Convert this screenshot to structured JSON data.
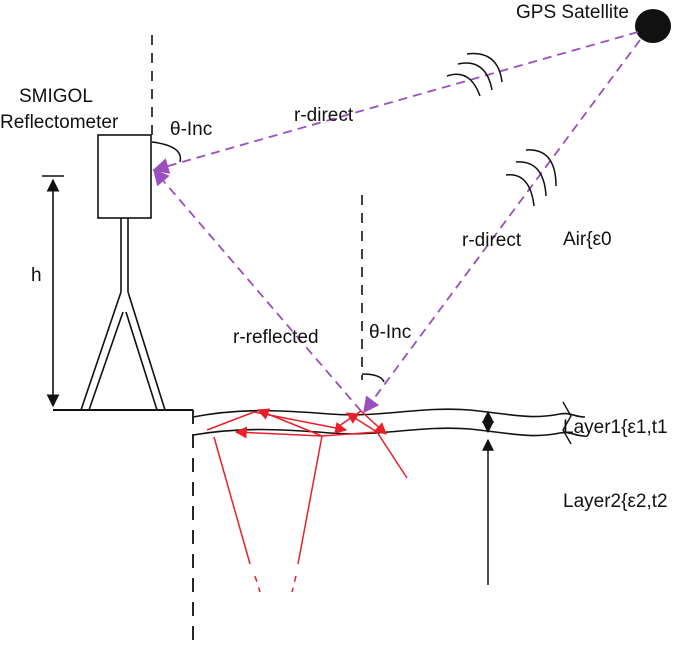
{
  "labels": {
    "satellite": "GPS Satellite",
    "instrument_line1": "SMIGOL",
    "instrument_line2": "Reflectometer",
    "theta_top": "θ-Inc",
    "r_direct_top": "r-direct",
    "r_direct_right": "r-direct",
    "air": "Air{ε0",
    "height": "h",
    "r_reflected": "r-reflected",
    "theta_bottom": "θ-Inc",
    "layer1": "Layer1{ε1,t1",
    "layer2": "Layer2{ε2,t2"
  },
  "colors": {
    "ray": "#9b4fbf",
    "refraction": "#e8202a",
    "ink": "#111111"
  },
  "icons": [
    "satellite-icon",
    "wave-icon",
    "arrow-icon"
  ]
}
